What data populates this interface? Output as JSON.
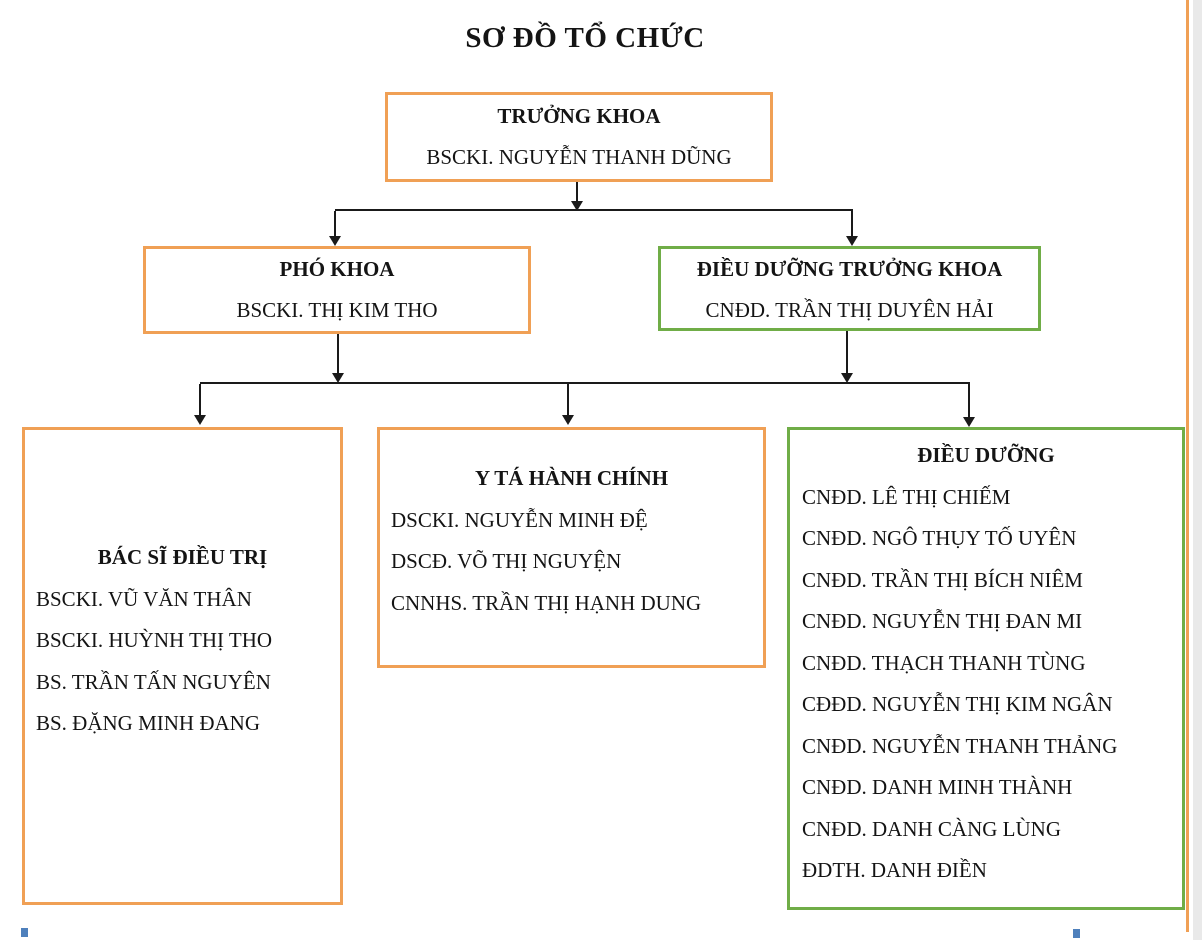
{
  "title": "SƠ ĐỒ TỔ CHỨC",
  "colors": {
    "orange": "#F0A055",
    "green": "#70AD47",
    "connector": "#1a1a1a",
    "handle_blue": "#4E80BC",
    "page_edge_gray": "#E9E9E9"
  },
  "org": {
    "head": {
      "role": "TRƯỞNG KHOA",
      "name": "BSCKI. NGUYỄN THANH DŨNG"
    },
    "deputy": {
      "role": "PHÓ KHOA",
      "name": "BSCKI. THỊ KIM THO"
    },
    "chief_nurse": {
      "role": "ĐIỀU DƯỠNG TRƯỞNG KHOA",
      "name": "CNĐD. TRẦN THỊ DUYÊN HẢI"
    },
    "physicians": {
      "role": "BÁC SĨ ĐIỀU TRỊ",
      "members": [
        "BSCKI. VŨ VĂN THÂN",
        "BSCKI. HUỲNH THỊ THO",
        "BS. TRẦN TẤN NGUYÊN",
        "BS. ĐẶNG MINH ĐANG"
      ]
    },
    "admin_nurses": {
      "role": "Y TÁ HÀNH CHÍNH",
      "members": [
        "DSCKI. NGUYỄN MINH ĐỆ",
        "DSCĐ. VÕ THỊ NGUYỆN",
        "CNNHS. TRẦN THỊ HẠNH DUNG"
      ]
    },
    "nurses": {
      "role": "ĐIỀU DƯỠNG",
      "members": [
        "CNĐD. LÊ THỊ CHIẾM",
        "CNĐD. NGÔ THỤY TỐ UYÊN",
        "CNĐD. TRẦN THỊ BÍCH NIÊM",
        "CNĐD. NGUYỄN THỊ ĐAN MI",
        "CNĐD. THẠCH THANH TÙNG",
        "CĐĐD. NGUYỄN THỊ KIM NGÂN",
        "CNĐD. NGUYỄN THANH THẢNG",
        "CNĐD. DANH MINH THÀNH",
        "CNĐD. DANH CÀNG LÙNG",
        "ĐDTH. DANH ĐIỀN"
      ]
    }
  }
}
